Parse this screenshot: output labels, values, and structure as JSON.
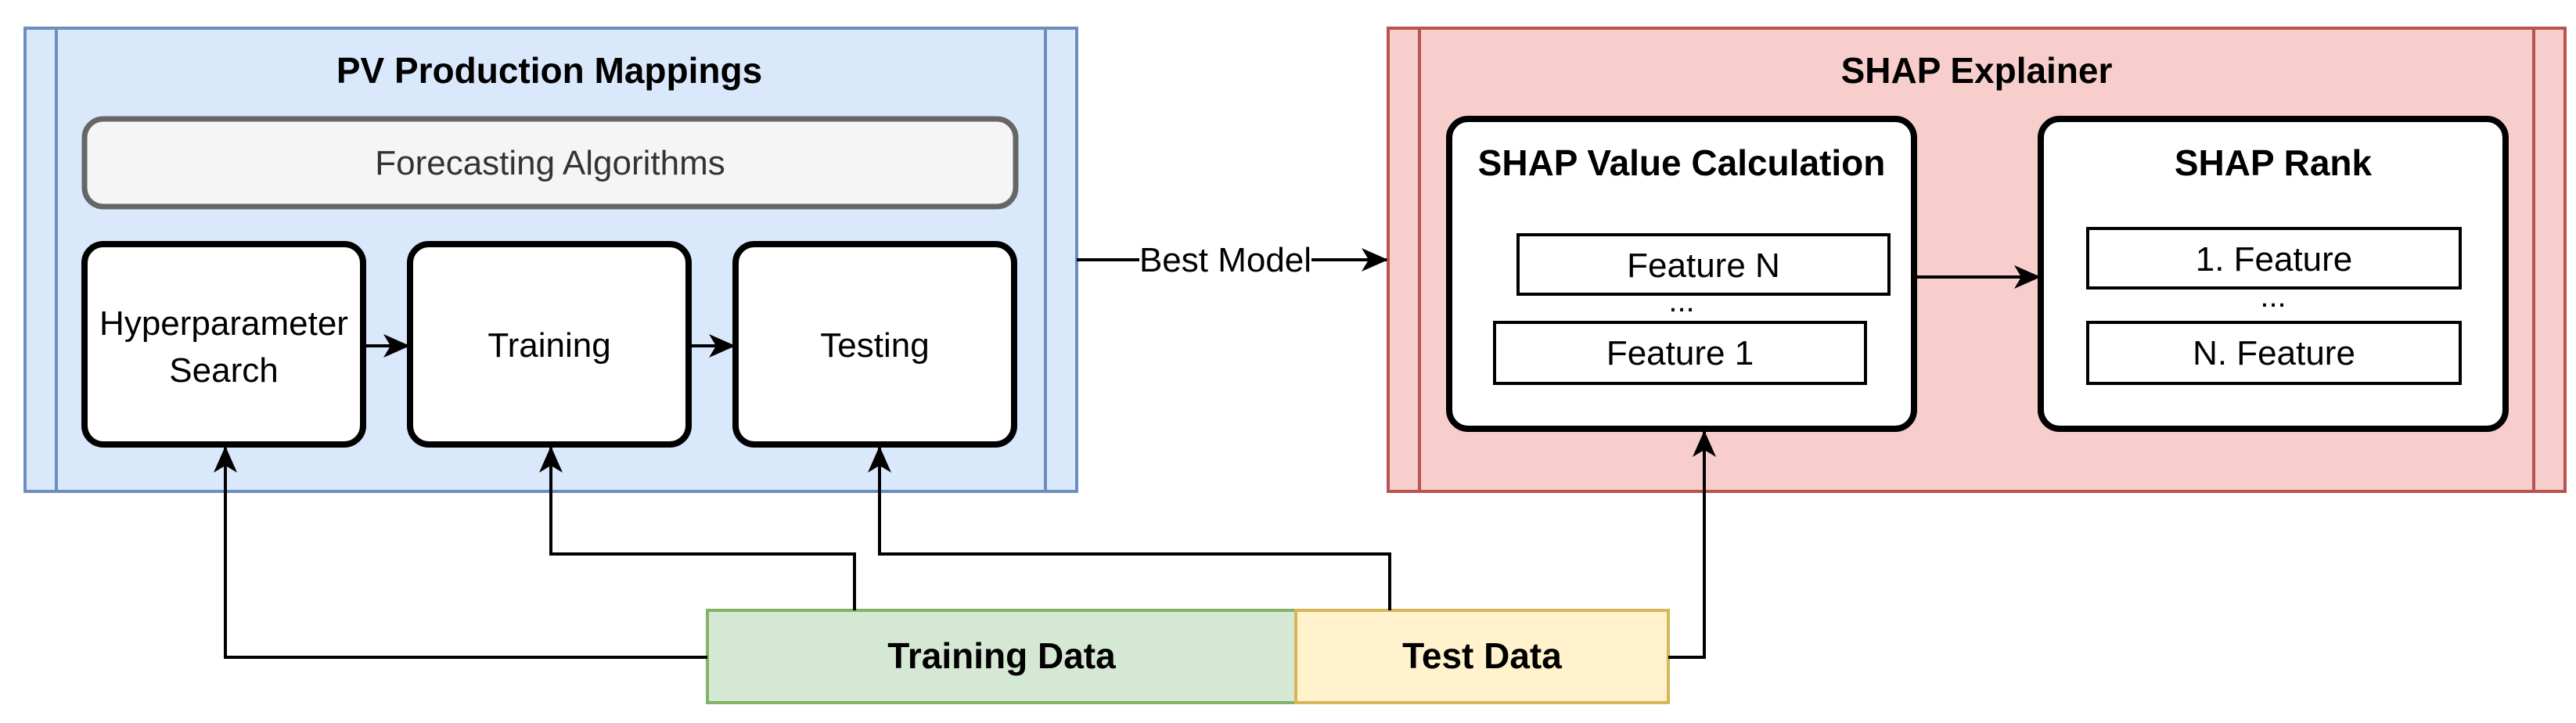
{
  "pv_container": {
    "title": "PV Production Mappings",
    "fill": "#dae8fc",
    "stroke": "#6c8ebf",
    "algorithms_label": "Forecasting Algorithms",
    "steps": [
      {
        "line1": "Hyperparameter",
        "line2": "Search"
      },
      {
        "line1": "Training"
      },
      {
        "line1": "Testing"
      }
    ]
  },
  "shap_container": {
    "title": "SHAP Explainer",
    "fill": "#f8cecc",
    "stroke": "#b85450",
    "value_calc": {
      "title": "SHAP Value Calculation",
      "feature_top": "Feature N",
      "ellipsis": "...",
      "feature_bottom": "Feature 1"
    },
    "rank": {
      "title": "SHAP Rank",
      "feature_top": "1. Feature",
      "ellipsis": "...",
      "feature_bottom": "N. Feature"
    }
  },
  "connector_label": "Best Model",
  "data_blocks": {
    "training": {
      "label": "Training Data",
      "fill": "#d5e8d4",
      "stroke": "#82b366"
    },
    "test": {
      "label": "Test Data",
      "fill": "#fff2cc",
      "stroke": "#d6b656"
    }
  }
}
